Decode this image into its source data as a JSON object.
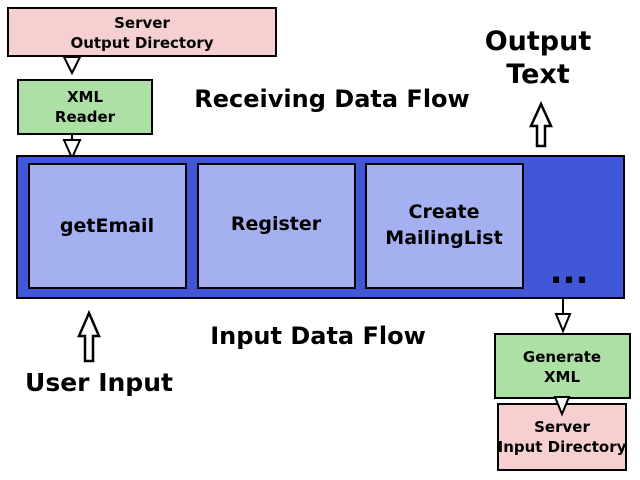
{
  "colors": {
    "server_box": "#f6cfd0",
    "xml_box": "#ade0a5",
    "container": "#4058d8",
    "function_box": "#a4b0f0",
    "stroke": "#000000"
  },
  "top_left": {
    "server_output_line1": "Server",
    "server_output_line2": "Output Directory",
    "xml_reader_line1": "XML",
    "xml_reader_line2": "Reader"
  },
  "labels": {
    "receiving_flow": "Receiving Data Flow",
    "input_flow": "Input Data Flow",
    "output_text_line1": "Output",
    "output_text_line2": "Text",
    "user_input": "User Input"
  },
  "functions": [
    {
      "line1": "getEmail",
      "line2": ""
    },
    {
      "line1": "Register",
      "line2": ""
    },
    {
      "line1": "Create",
      "line2": "MailingList"
    }
  ],
  "more_indicator": "...",
  "bottom_right": {
    "generate_xml_line1": "Generate",
    "generate_xml_line2": "XML",
    "server_input_line1": "Server",
    "server_input_line2": "Input Directory"
  }
}
